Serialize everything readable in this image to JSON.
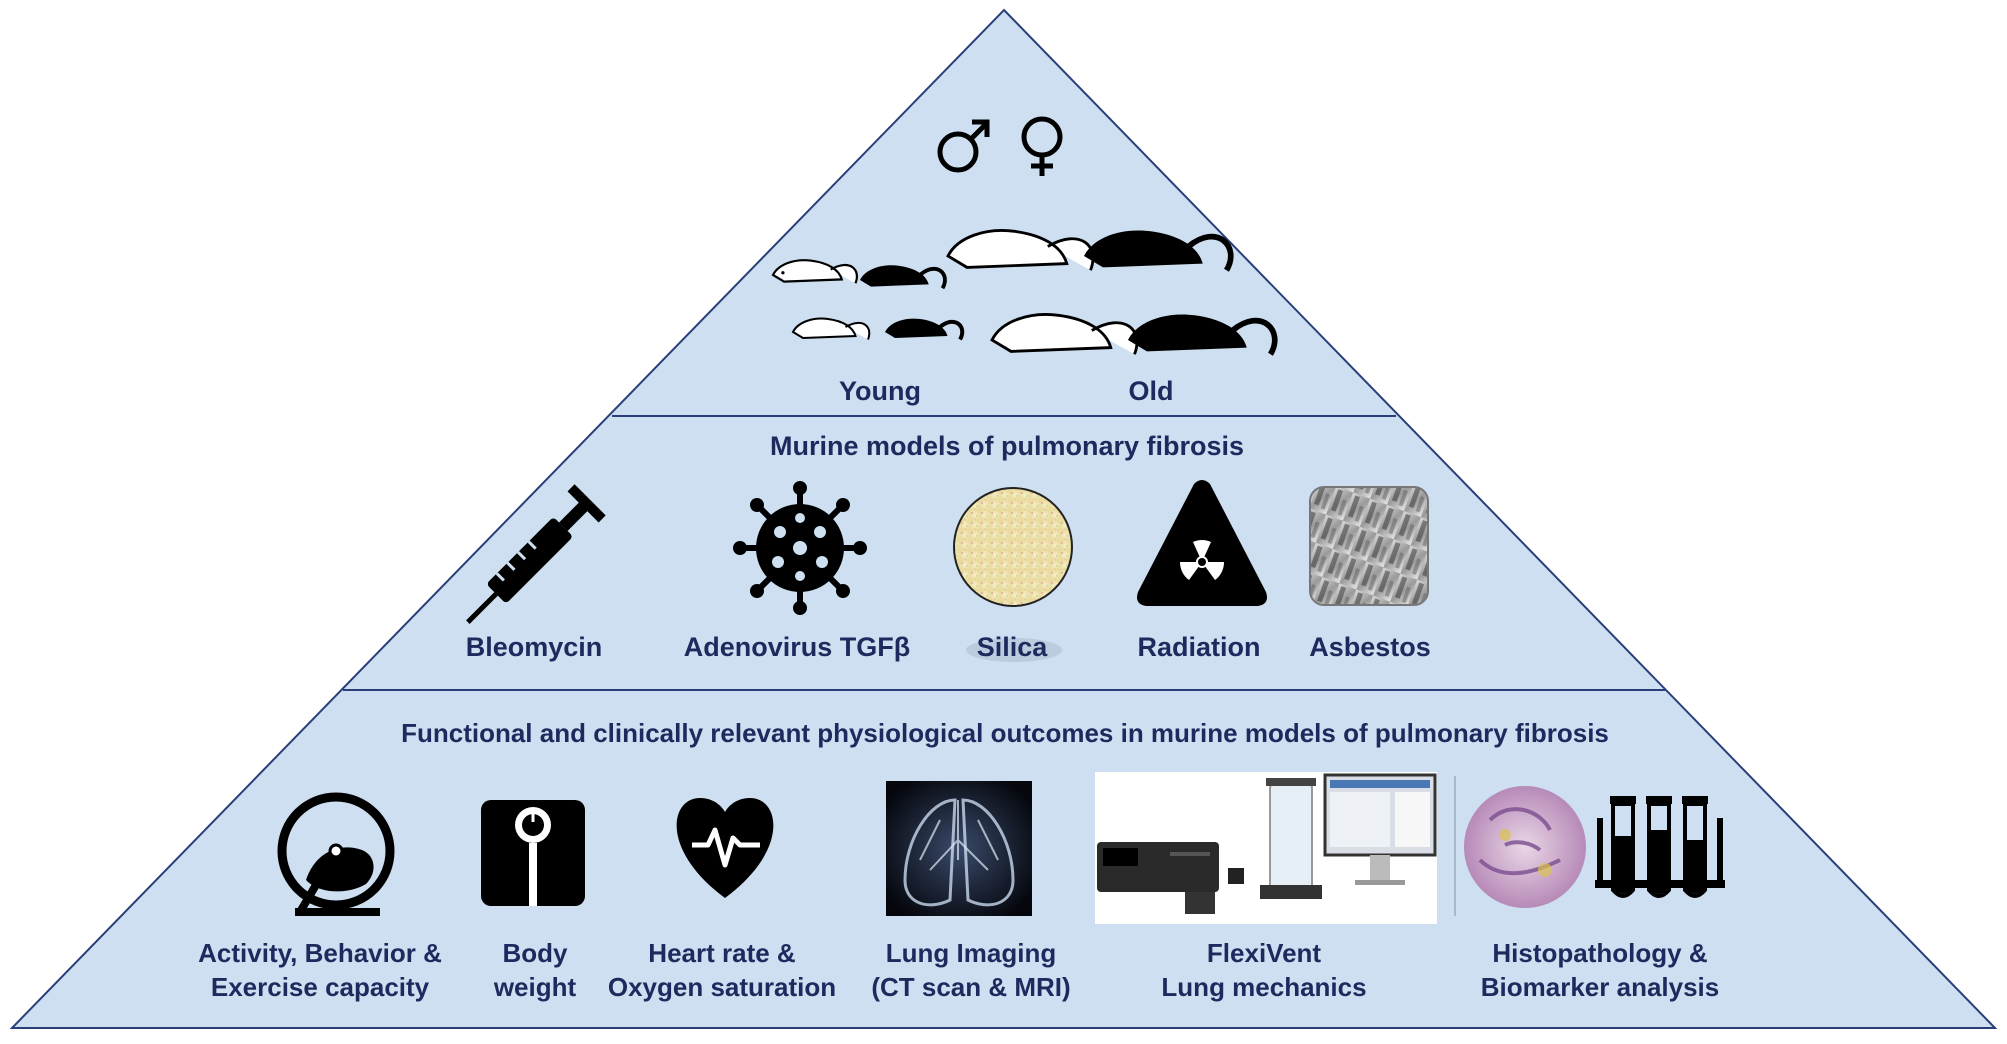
{
  "colors": {
    "fill": "#cddff0",
    "stroke": "#2a3f7a",
    "text": "#1e2a5e"
  },
  "tier_top": {
    "symbols": [
      "male-symbol-icon",
      "female-symbol-icon"
    ],
    "young_label": "Young",
    "old_label": "Old"
  },
  "tier_middle": {
    "title": "Murine models of pulmonary fibrosis",
    "items": [
      {
        "label": "Bleomycin",
        "icon": "syringe-icon"
      },
      {
        "label": "Adenovirus TGFβ",
        "icon": "virus-icon"
      },
      {
        "label": "Silica",
        "icon": "silica-disc-icon"
      },
      {
        "label": "Radiation",
        "icon": "radiation-icon"
      },
      {
        "label": "Asbestos",
        "icon": "asbestos-texture-icon"
      }
    ]
  },
  "tier_bottom": {
    "title": "Functional and clinically relevant physiological outcomes in murine models of pulmonary fibrosis",
    "items": [
      {
        "line1": "Activity, Behavior &",
        "line2": "Exercise capacity",
        "icon": "running-wheel-icon"
      },
      {
        "line1": "Body",
        "line2": "weight",
        "icon": "scale-icon"
      },
      {
        "line1": "Heart rate &",
        "line2": "Oxygen saturation",
        "icon": "heart-pulse-icon"
      },
      {
        "line1": "Lung Imaging",
        "line2": "(CT scan & MRI)",
        "icon": "lung-xray-icon"
      },
      {
        "line1": "FlexiVent",
        "line2": "Lung mechanics",
        "icon": "flexivent-device-icon"
      },
      {
        "line1": "Histopathology &",
        "line2": "Biomarker analysis",
        "icon": "histology-tubes-icon"
      }
    ]
  }
}
